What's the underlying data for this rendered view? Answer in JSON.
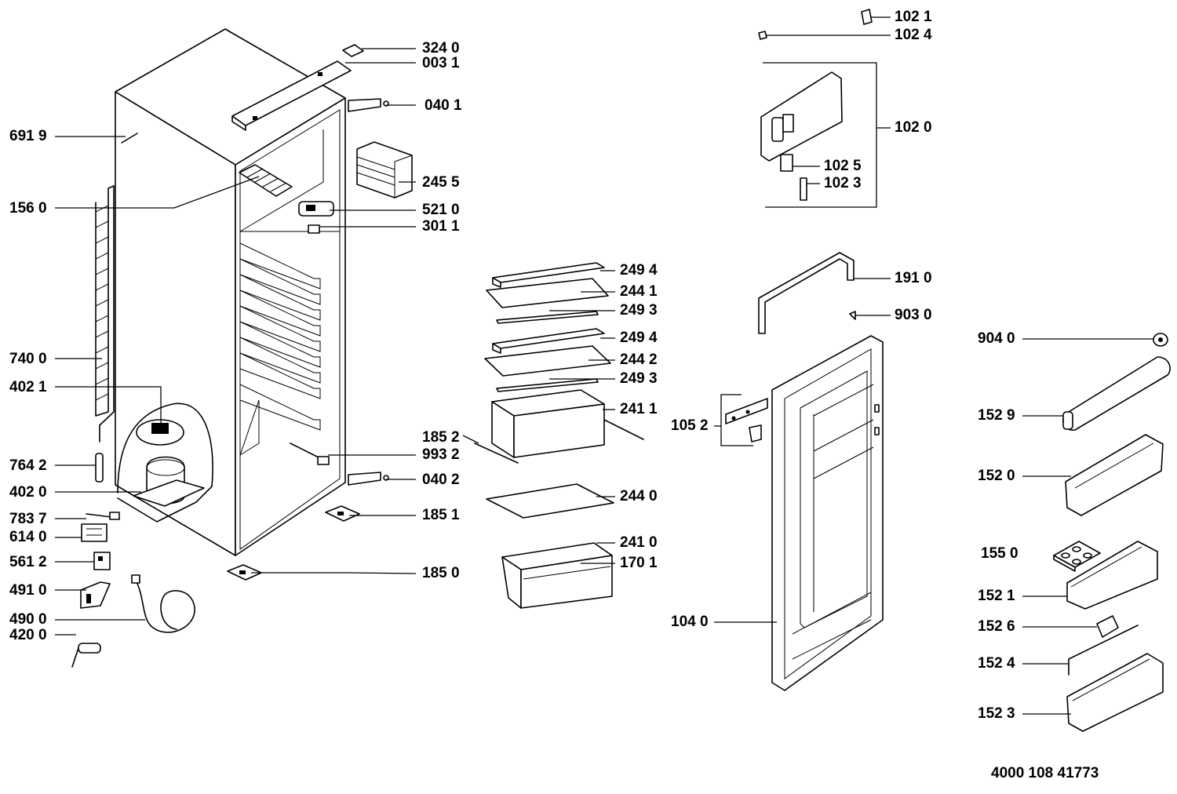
{
  "document_number": "4000 108 41773",
  "callouts": {
    "c3240": "324 0",
    "c0031": "003 1",
    "c0401": "040 1",
    "c6919": "691 9",
    "c2455": "245 5",
    "c1560": "156 0",
    "c5210": "521 0",
    "c3011": "301 1",
    "c7400": "740 0",
    "c4021": "402 1",
    "c1852": "185 2",
    "c9932": "993 2",
    "c7642": "764 2",
    "c0402": "040 2",
    "c4020": "402 0",
    "c1851": "185 1",
    "c7837": "783 7",
    "c6140": "614 0",
    "c5612": "561 2",
    "c1850": "185 0",
    "c4910": "491 0",
    "c4900": "490 0",
    "c4200": "420 0",
    "c2494a": "249 4",
    "c2441": "244 1",
    "c2493a": "249 3",
    "c2494b": "249 4",
    "c2442": "244 2",
    "c2493b": "249 3",
    "c2411": "241 1",
    "c2440": "244 0",
    "c2410": "241 0",
    "c1701": "170 1",
    "c1021": "102 1",
    "c1024": "102 4",
    "c1020": "102 0",
    "c1025": "102 5",
    "c1023": "102 3",
    "c1910": "191 0",
    "c9030": "903 0",
    "c1052": "105 2",
    "c1040": "104 0",
    "c9040": "904 0",
    "c1529": "152 9",
    "c1520": "152 0",
    "c1550": "155 0",
    "c1521": "152 1",
    "c1526": "152 6",
    "c1524": "152 4",
    "c1523": "152 3"
  }
}
